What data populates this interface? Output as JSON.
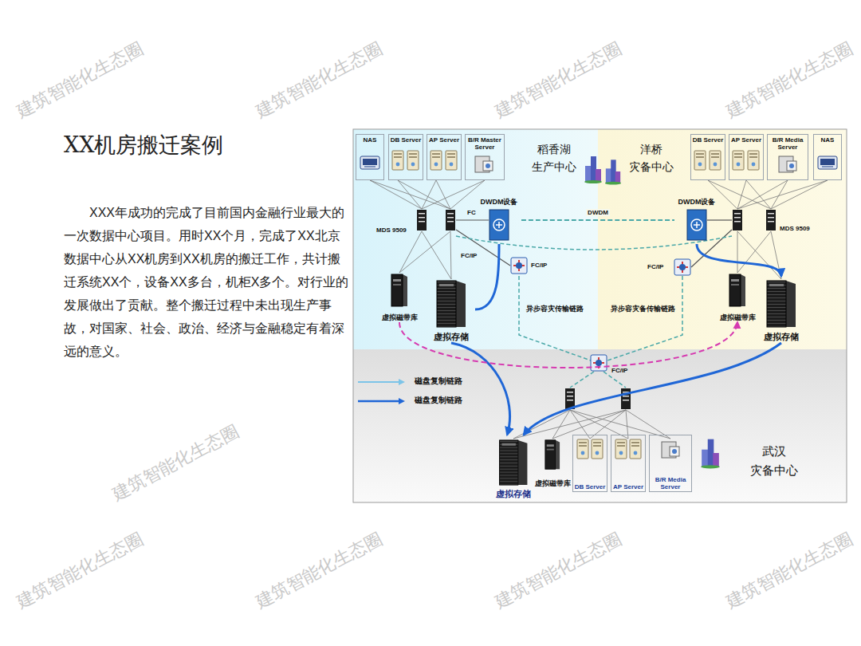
{
  "diagram": {
    "title": "XX机房搬迁案例",
    "nodes": [
      {
        "text": [
          "稻香湖 生产中心"
        ]
      },
      {
        "text": [
          "NAS"
        ],
        "in": 0
      },
      {
        "text": [
          "DB Server"
        ],
        "in": 0
      },
      {
        "text": [
          "AP Server"
        ],
        "in": 0
      },
      {
        "text": [
          "B/R Master Server"
        ],
        "in": 0
      },
      {
        "text": [
          "DWDM设备"
        ],
        "in": 0
      },
      {
        "text": [
          "虚拟磁带库"
        ],
        "in": 0
      },
      {
        "text": [
          "虚拟存储"
        ],
        "in": 0
      },
      {
        "text": [
          "洋桥 灾备中心"
        ]
      },
      {
        "text": [
          "DB Server"
        ],
        "in": 8
      },
      {
        "text": [
          "AP Server"
        ],
        "in": 8
      },
      {
        "text": [
          "B/R Media Server"
        ],
        "in": 8
      },
      {
        "text": [
          "NAS"
        ],
        "in": 8
      },
      {
        "text": [
          "DWDM设备"
        ],
        "in": 8
      },
      {
        "text": [
          "虚拟磁带库"
        ],
        "in": 8
      },
      {
        "text": [
          "虚拟存储"
        ],
        "in": 8
      },
      {
        "text": [
          "武汉 灾备中心"
        ]
      },
      {
        "text": [
          "虚拟存储"
        ],
        "in": 16
      },
      {
        "text": [
          "虚拟磁带库"
        ],
        "in": 16
      },
      {
        "text": [
          "DB Server"
        ],
        "in": 16
      },
      {
        "text": [
          "AP Server"
        ],
        "in": 16
      },
      {
        "text": [
          "B/R Media Server"
        ],
        "in": 16
      }
    ],
    "edges": [
      {
        "from": 7,
        "to": 5,
        "arrow": "none"
      },
      {
        "from": 5,
        "to": 13,
        "label": "DWDM",
        "arrow": "none"
      },
      {
        "from": 13,
        "to": 15,
        "arrow": "to"
      },
      {
        "from": 7,
        "to": 17,
        "arrow": "to"
      },
      {
        "from": 15,
        "to": 17,
        "arrow": "to"
      },
      {
        "from": 6,
        "to": 14,
        "arrow": "to"
      }
    ],
    "labels": [
      "MDS 9509",
      "FC",
      "FC/IP",
      "FC/IP",
      "异步容灾传输链路",
      "异步容灾备传输链路",
      "FC/IP",
      "MDS 9509",
      "FC/IP",
      "XXX年成功的完成了目前国内金融行业最大的一次数据中心项目。用时XX个月，完成了XX北京数据中心从XX机房到XX机房的搬迁工作，共计搬迁系统XX个，设备XX多台，机柜X多个。对行业的发展做出了贡献。整个搬迁过程中未出现生产事故，对国家、社会、政治、经济与金融稳定有着深远的意义。",
      "建筑智能化生态圈",
      "建筑智能化生态圈",
      "建筑智能化生态圈",
      "建筑智能化生态圈",
      "建筑智能化生态圈",
      "建筑智能化生态圈",
      "建筑智能化生态圈",
      "建筑智能化生态圈",
      "建筑智能化生态圈"
    ],
    "legend": [
      {
        "text": "磁盘复制链路"
      },
      {
        "text": "磁盘复制链路"
      }
    ]
  }
}
